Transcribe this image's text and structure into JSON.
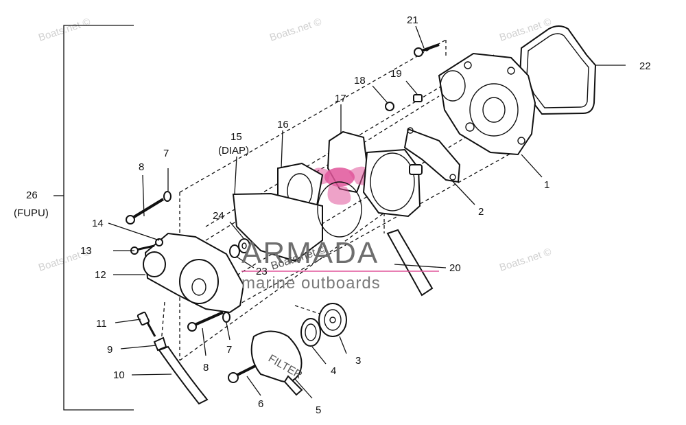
{
  "watermarks": {
    "w1": "Boats.net ©",
    "w2": "Boats.net ©",
    "w3": "Boats.net ©",
    "w4": "Boats.net ©",
    "w5": "Boats.net ©",
    "w6": "Boats.net ©"
  },
  "brand": {
    "name": "ARMADA",
    "subtitle": "marine outboards",
    "center_mark": "Boats.net ©",
    "logo_color": "#e0559a"
  },
  "callouts": {
    "c1": "1",
    "c2": "2",
    "c3": "3",
    "c4": "4",
    "c5": "5",
    "c6": "6",
    "c7a": "7",
    "c7b": "7",
    "c8a": "8",
    "c8b": "8",
    "c9": "9",
    "c10": "10",
    "c11": "11",
    "c12": "12",
    "c13": "13",
    "c14": "14",
    "c15": "15",
    "c15_sub": "(DIAP)",
    "c16": "16",
    "c17": "17",
    "c18": "18",
    "c19": "19",
    "c20": "20",
    "c21": "21",
    "c22": "22",
    "c23": "23",
    "c24": "24",
    "c26": "26",
    "c26_sub": "(FUPU)"
  },
  "part_marking": "FILTER"
}
